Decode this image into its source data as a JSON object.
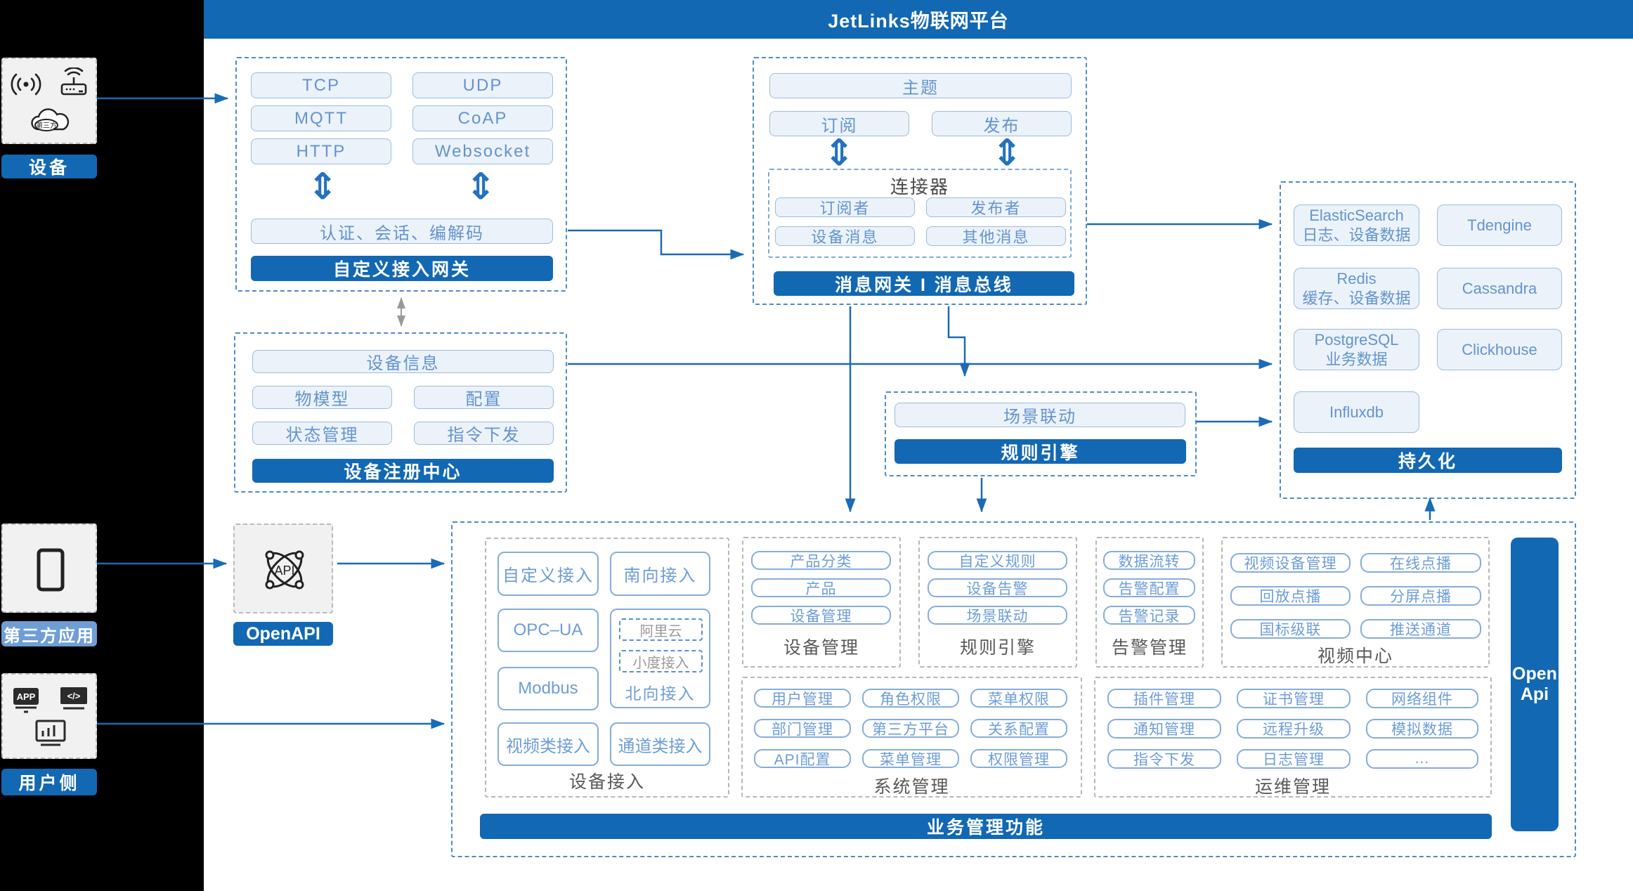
{
  "colors": {
    "primary_blue": "#1268b3",
    "secondary_blue": "#6f9ed6",
    "box_text_blue": "#6d9dd7",
    "lite_fill": "#ebf2f9",
    "arrow_blue": "#1a6bb5",
    "dash_gray": "#b7b7b7",
    "background_left": "#000000"
  },
  "title": "JetLinks物联网平台",
  "left_rail": {
    "device_label": "设备",
    "third_party_label": "第三方应用",
    "user_label": "用户侧",
    "cloud_icon_text": "第三方",
    "app_icon_text": "APP",
    "code_icon_text": "</>"
  },
  "openapi": {
    "icon_text": "API",
    "button_label": "OpenAPI"
  },
  "protocol_box": {
    "items": [
      "TCP",
      "UDP",
      "MQTT",
      "CoAP",
      "HTTP",
      "Websocket"
    ],
    "codec": "认证、会话、编解码",
    "footer": "自定义接入网关"
  },
  "registry_box": {
    "header": "设备信息",
    "items": [
      "物模型",
      "配置",
      "状态管理",
      "指令下发"
    ],
    "footer": "设备注册中心"
  },
  "message_box": {
    "topic": "主题",
    "subscribe": "订阅",
    "publish": "发布",
    "connector_title": "连接器",
    "connector_items": [
      "订阅者",
      "发布者",
      "设备消息",
      "其他消息"
    ],
    "footer": "消息网关 I 消息总线"
  },
  "scene_box": {
    "item": "场景联动",
    "footer": "规则引擎"
  },
  "persistence_box": {
    "left": [
      {
        "name": "ElasticSearch",
        "desc": "日志、设备数据"
      },
      {
        "name": "Redis",
        "desc": "缓存、设备数据"
      },
      {
        "name": "PostgreSQL",
        "desc": "业务数据"
      },
      {
        "name": "Influxdb",
        "desc": ""
      }
    ],
    "right": [
      "Tdengine",
      "Cassandra",
      "Clickhouse"
    ],
    "footer": "持久化"
  },
  "business": {
    "footer": "业务管理功能",
    "open_api_line1": "Open",
    "open_api_line2": "Api",
    "access": {
      "label": "设备接入",
      "items": [
        "自定义接入",
        "南向接入",
        "OPC–UA",
        "Modbus",
        "视频类接入",
        "通道类接入"
      ],
      "north": {
        "aliyun": "阿里云",
        "xiaodu": "小度接入",
        "label": "北向接入"
      }
    },
    "device_mgmt": {
      "label": "设备管理",
      "items": [
        "产品分类",
        "产品",
        "设备管理"
      ]
    },
    "rule_engine": {
      "label": "规则引擎",
      "items": [
        "自定义规则",
        "设备告警",
        "场景联动"
      ]
    },
    "alarm": {
      "label": "告警管理",
      "items": [
        "数据流转",
        "告警配置",
        "告警记录"
      ]
    },
    "video": {
      "label": "视频中心",
      "items": [
        "视频设备管理",
        "在线点播",
        "回放点播",
        "分屏点播",
        "国标级联",
        "推送通道"
      ]
    },
    "system": {
      "label": "系统管理",
      "items": [
        "用户管理",
        "角色权限",
        "菜单权限",
        "部门管理",
        "第三方平台",
        "关系配置",
        "API配置",
        "菜单管理",
        "权限管理"
      ]
    },
    "ops": {
      "label": "运维管理",
      "items": [
        "插件管理",
        "证书管理",
        "网络组件",
        "通知管理",
        "远程升级",
        "模拟数据",
        "指令下发",
        "日志管理",
        "..."
      ]
    }
  }
}
